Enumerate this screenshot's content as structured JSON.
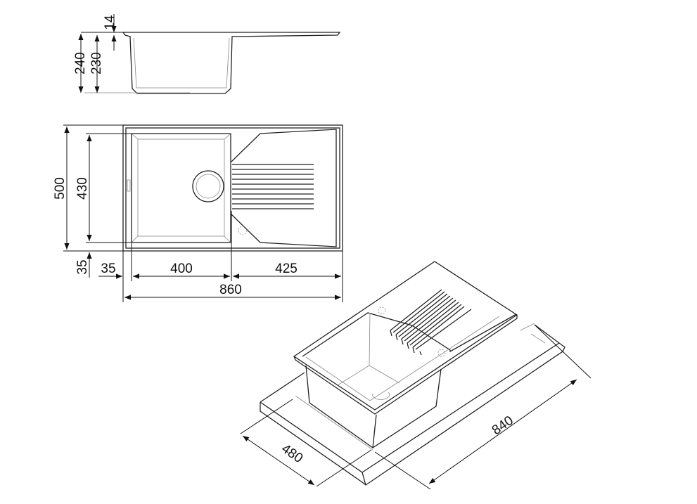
{
  "drawing": {
    "side_view": {
      "dims": {
        "total_height": "240",
        "bowl_depth": "230",
        "rim_thickness": "14"
      }
    },
    "top_view": {
      "dims": {
        "width_depth": "500",
        "bowl_depth": "430",
        "front_margin": "35",
        "left_margin": "35",
        "bowl_width": "400",
        "drainer_width": "425",
        "total_width": "860"
      }
    },
    "iso_view": {
      "dims": {
        "cutout_depth": "480",
        "cutout_width": "840"
      }
    },
    "line_color": "#222222"
  }
}
